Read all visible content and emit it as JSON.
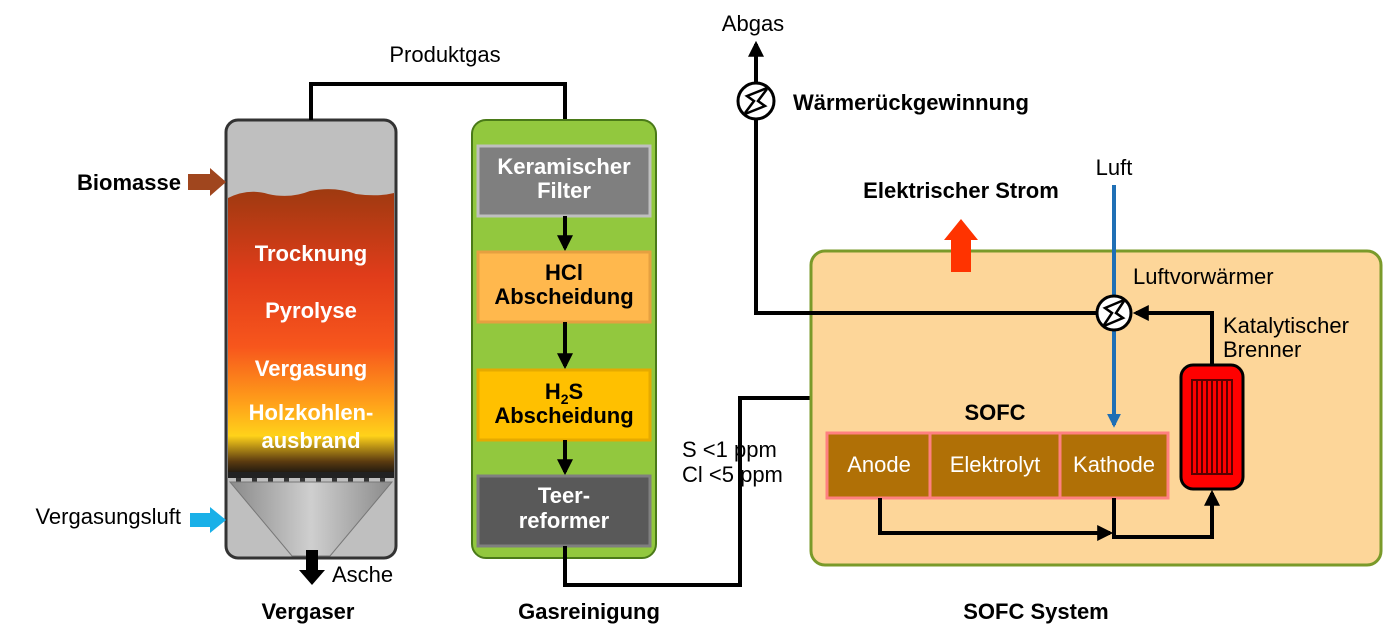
{
  "gasifier": {
    "title": "Vergaser",
    "zones": [
      "Trocknung",
      "Pyrolyse",
      "Vergasung",
      "Holzkohlen-",
      "ausbrand"
    ],
    "inputs": {
      "biomass": "Biomasse",
      "air": "Vergasungsluft"
    },
    "outputs": {
      "ash": "Asche"
    },
    "colors": {
      "biomass_arrow": "#a0461e",
      "air_arrow": "#19b0e8",
      "vessel": "#bfbfbf"
    }
  },
  "product_gas_label": "Produktgas",
  "gas_cleaning": {
    "title": "Gasreinigung",
    "steps": {
      "filter_line1": "Keramischer",
      "filter_line2": "Filter",
      "hcl_line1": "HCl",
      "hcl_line2": "Abscheidung",
      "h2s_h": "H",
      "h2s_sub": "2",
      "h2s_s": "S",
      "h2s_line2": "Abscheidung",
      "tar_line1": "Teer-",
      "tar_line2": "reformer"
    },
    "colors": {
      "panel": "#92c83e",
      "filter": "#7f7f7f",
      "hcl": "#ffb84d",
      "h2s": "#ffc000",
      "tar": "#595959"
    }
  },
  "specs": {
    "s": "S <1 ppm",
    "cl": "Cl <5 ppm"
  },
  "sofc_system": {
    "title": "SOFC System",
    "sofc_label": "SOFC",
    "cells": {
      "anode": "Anode",
      "electrolyte": "Elektrolyt",
      "cathode": "Kathode"
    },
    "air_preheater": "Luftvorwärmer",
    "burner_line1": "Katalytischer",
    "burner_line2": "Brenner",
    "air_label": "Luft",
    "power_label": "Elektrischer Strom",
    "colors": {
      "panel": "#fdd699",
      "cell": "#b07006",
      "cell_border": "#ff8080",
      "burner": "#ff0000",
      "air_line": "#1f6fb5",
      "power_arrow": "#ff3300"
    }
  },
  "heat_recovery": {
    "label": "Wärmerückgewinnung",
    "exhaust": "Abgas"
  }
}
